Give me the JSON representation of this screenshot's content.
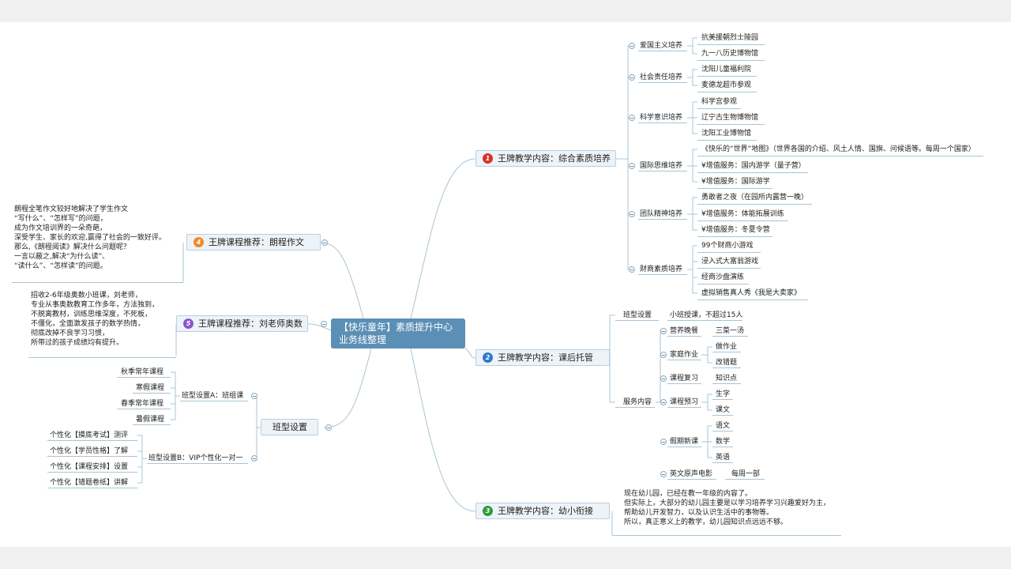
{
  "center": {
    "line1": "【快乐童年】素质提升中心",
    "line2": "业务线整理"
  },
  "b1": {
    "num": "1",
    "label": "王牌教学内容：综合素质培养",
    "groups": [
      {
        "label": "爱国主义培养",
        "items": [
          "抗美援朝烈士陵园",
          "九一八历史博物馆"
        ]
      },
      {
        "label": "社会责任培养",
        "items": [
          "沈阳儿童福利院",
          "麦德龙超市参观"
        ]
      },
      {
        "label": "科学意识培养",
        "items": [
          "科学宫参观",
          "辽宁古生物博物馆",
          "沈阳工业博物馆"
        ]
      },
      {
        "label": "国际思维培养",
        "items": [
          "《快乐的“世界”地图》（世界各国的介绍、风土人情、国旗、问候语等。每周一个国家）",
          "¥增值服务：国内游学（量子营）",
          "¥增值服务：国际游学"
        ]
      },
      {
        "label": "团队精神培养",
        "items": [
          "勇敢者之夜（在园所内露营一晚）",
          "¥增值服务：体能拓展训练",
          "¥增值服务：冬夏令营"
        ]
      },
      {
        "label": "财商素质培养",
        "items": [
          "99个财商小游戏",
          "浸入式大富翁游戏",
          "经商沙盘演练",
          "虚拟销售真人秀《我是大卖家》"
        ]
      }
    ]
  },
  "b2": {
    "num": "2",
    "label": "王牌教学内容：课后托管",
    "class_setting": "班型设置",
    "class_value": "小班授课，不超过15人",
    "service": "服务内容",
    "services": [
      {
        "label": "营养晚餐",
        "items": [
          "三菜一汤"
        ]
      },
      {
        "label": "家庭作业",
        "items": [
          "做作业",
          "改错题"
        ]
      },
      {
        "label": "课程复习",
        "items": [
          "知识点"
        ]
      },
      {
        "label": "课程预习",
        "items": [
          "生字",
          "课文"
        ]
      },
      {
        "label": "假期新课",
        "items": [
          "语文",
          "数学",
          "英语"
        ]
      },
      {
        "label": "英文原声电影",
        "items": [
          "每周一部"
        ]
      }
    ]
  },
  "b3": {
    "num": "3",
    "label": "王牌教学内容：幼小衔接",
    "text": "现在幼儿园，已经在教一年级的内容了。\n但实际上，大部分的幼儿园主要是以学习培养学习兴趣爱好为主，\n帮助幼儿开发智力，以及认识生活中的事物等。\n所以，真正意义上的教学，幼儿园知识点远远不够。"
  },
  "b4": {
    "num": "4",
    "label": "王牌课程推荐：朗程作文",
    "text": "朗程全笔作文较好地解决了学生作文\n“写什么”、“怎样写”的问题，\n成为作文培训界的一朵奇葩，\n深受学生、家长的欢迎,赢得了社会的一致好评。\n那么,《朗程阅读》解决什么问题呢？\n一言以蔽之,解决“为什么读”、\n“读什么”、“怎样读”的问题。"
  },
  "b5": {
    "num": "5",
    "label": "王牌课程推荐：刘老师奥数",
    "text": "招收2-6年级奥数小班课，刘老师，\n专业从事奥数教育工作多年，方法独到，\n不脱离教材，训练思维深度，不死板，\n不僵化，全面激发孩子的数学热情，\n彻底改掉不良学习习惯，\n所带过的孩子成绩均有提升。"
  },
  "b6": {
    "label": "班型设置",
    "a_label": "班型设置A：班组课",
    "a_items": [
      "秋季常年课程",
      "寒假课程",
      "春季常年课程",
      "暑假课程"
    ],
    "b_label": "班型设置B：VIP个性化一对一",
    "b_items": [
      "个性化【摸底考试】测评",
      "个性化【学员性格】了解",
      "个性化【课程安排】设置",
      "个性化【错题卷纸】讲解"
    ]
  },
  "colors": {
    "line": "#a9c4d6",
    "center": "#5b8fb5",
    "branch_bg": "#eef3f8"
  }
}
